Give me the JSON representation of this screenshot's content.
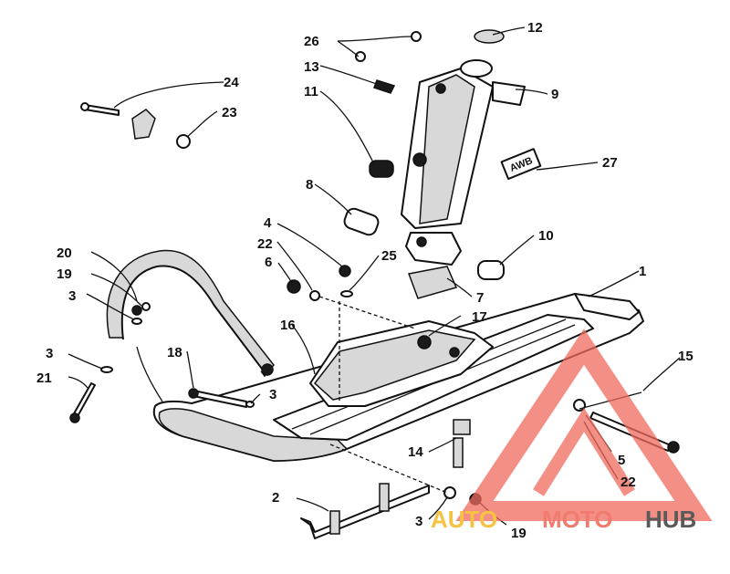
{
  "callouts": [
    {
      "id": "c1",
      "label": "1"
    },
    {
      "id": "c2",
      "label": "2"
    },
    {
      "id": "c3a",
      "label": "3"
    },
    {
      "id": "c3b",
      "label": "3"
    },
    {
      "id": "c3c",
      "label": "3"
    },
    {
      "id": "c3d",
      "label": "3"
    },
    {
      "id": "c4",
      "label": "4"
    },
    {
      "id": "c5",
      "label": "5"
    },
    {
      "id": "c6",
      "label": "6"
    },
    {
      "id": "c7",
      "label": "7"
    },
    {
      "id": "c8",
      "label": "8"
    },
    {
      "id": "c9",
      "label": "9"
    },
    {
      "id": "c10",
      "label": "10"
    },
    {
      "id": "c11",
      "label": "11"
    },
    {
      "id": "c12",
      "label": "12"
    },
    {
      "id": "c13",
      "label": "13"
    },
    {
      "id": "c14",
      "label": "14"
    },
    {
      "id": "c15",
      "label": "15"
    },
    {
      "id": "c16",
      "label": "16"
    },
    {
      "id": "c17",
      "label": "17"
    },
    {
      "id": "c18",
      "label": "18"
    },
    {
      "id": "c19a",
      "label": "19"
    },
    {
      "id": "c19b",
      "label": "19"
    },
    {
      "id": "c20",
      "label": "20"
    },
    {
      "id": "c21",
      "label": "21"
    },
    {
      "id": "c22a",
      "label": "22"
    },
    {
      "id": "c22b",
      "label": "22"
    },
    {
      "id": "c23",
      "label": "23"
    },
    {
      "id": "c24",
      "label": "24"
    },
    {
      "id": "c25",
      "label": "25"
    },
    {
      "id": "c26",
      "label": "26"
    },
    {
      "id": "c27",
      "label": "27"
    }
  ],
  "decal_text": "AWB",
  "watermark": {
    "part1": "AUTO",
    "part2": "MOTO",
    "part3": "HUB",
    "color1": "#f5c242",
    "color2": "#f07b6e",
    "color3": "#5a5a5a",
    "triangle_color": "#f06a5c"
  }
}
